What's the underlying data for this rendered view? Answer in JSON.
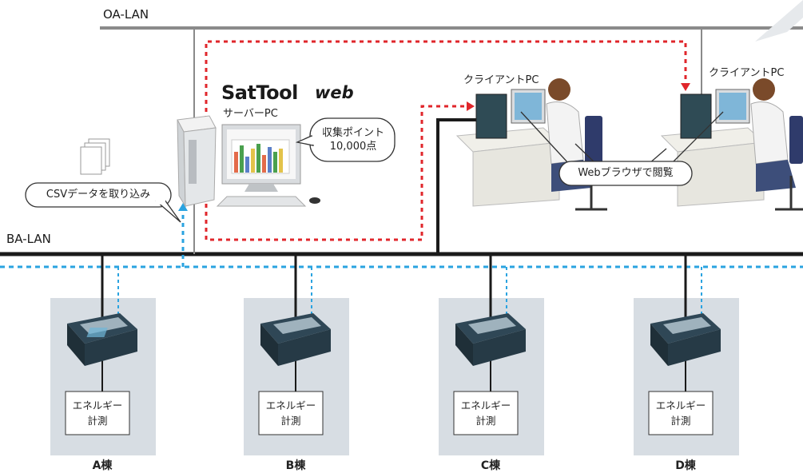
{
  "networks": {
    "oa_lan": "OA-LAN",
    "ba_lan": "BA-LAN"
  },
  "server": {
    "brand": "SatTool",
    "brand_suffix": "web",
    "caption": "サーバーPC",
    "bubble": {
      "line1": "収集ポイント",
      "line2": "10,000点"
    }
  },
  "clients": [
    {
      "label": "クライアントPC"
    },
    {
      "label": "クライアントPC"
    }
  ],
  "browser_bubble": "Webブラウザで閲覧",
  "csv_bubble": "CSVデータを取り込み",
  "buildings": [
    {
      "meter_line1": "エネルギー",
      "meter_line2": "計測",
      "name": "A棟"
    },
    {
      "meter_line1": "エネルギー",
      "meter_line2": "計測",
      "name": "B棟"
    },
    {
      "meter_line1": "エネルギー",
      "meter_line2": "計測",
      "name": "C棟"
    },
    {
      "meter_line1": "エネルギー",
      "meter_line2": "計測",
      "name": "D棟"
    }
  ],
  "colors": {
    "oa_lan": "#8a8a8a",
    "ba_lan": "#1a1a1a",
    "web_flow": "#e0262b",
    "csv_flow": "#2aa3e0",
    "building_bg": "#d7dde3"
  }
}
